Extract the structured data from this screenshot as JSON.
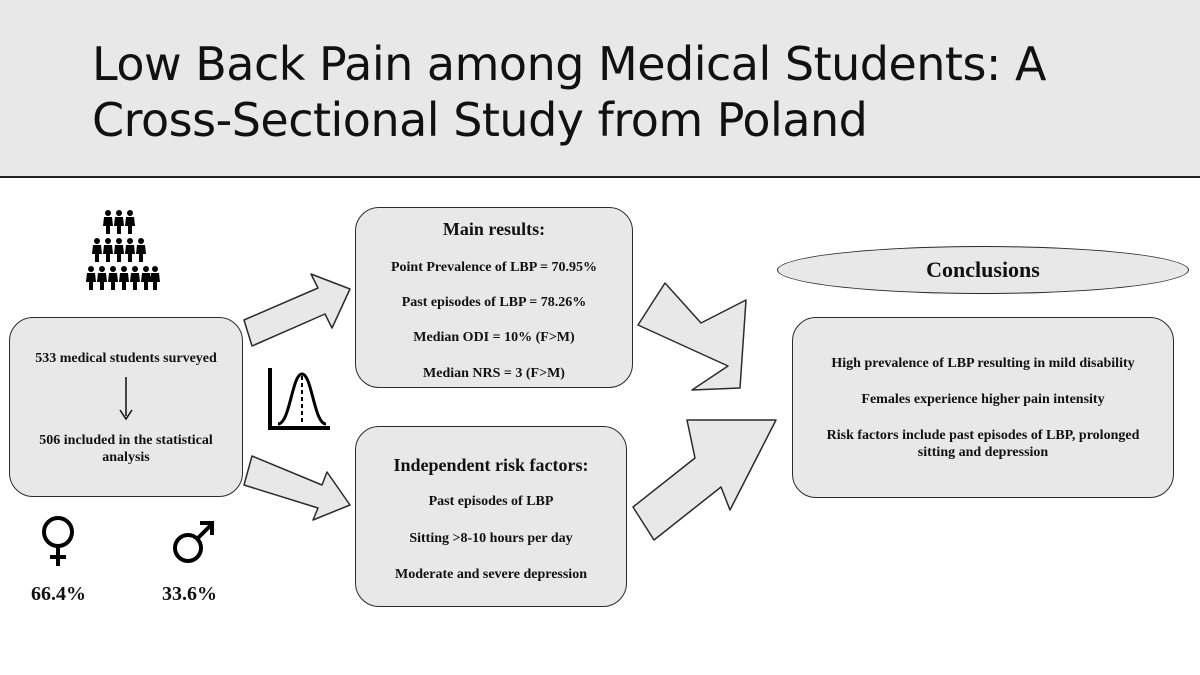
{
  "header": {
    "title": "Low Back Pain among Medical Students: A Cross-Sectional Study from Poland"
  },
  "sample": {
    "surveyed": "533 medical students surveyed",
    "included": "506 included in the statistical analysis"
  },
  "gender": {
    "female_pct": "66.4%",
    "male_pct": "33.6%"
  },
  "main_results": {
    "heading": "Main results:",
    "items": [
      "Point Prevalence of LBP = 70.95%",
      "Past episodes of LBP = 78.26%",
      "Median ODI = 10% (F>M)",
      "Median NRS = 3 (F>M)"
    ]
  },
  "risk_factors": {
    "heading": "Independent risk factors:",
    "items": [
      "Past episodes of LBP",
      "Sitting >8-10 hours per day",
      "Moderate and severe depression"
    ]
  },
  "conclusions": {
    "heading": "Conclusions",
    "items": [
      "High prevalence of LBP resulting in mild disability",
      "Females experience higher pain intensity",
      "Risk factors include past episodes of LBP, prolonged sitting and depression"
    ]
  },
  "icons": [
    "people-pyramid-icon",
    "normal-distribution-icon",
    "female-symbol-icon",
    "male-symbol-icon",
    "arrow-down-icon"
  ],
  "colors": {
    "box_fill": "#e8e8e8",
    "border": "#2b2b2b",
    "text": "#111111"
  }
}
